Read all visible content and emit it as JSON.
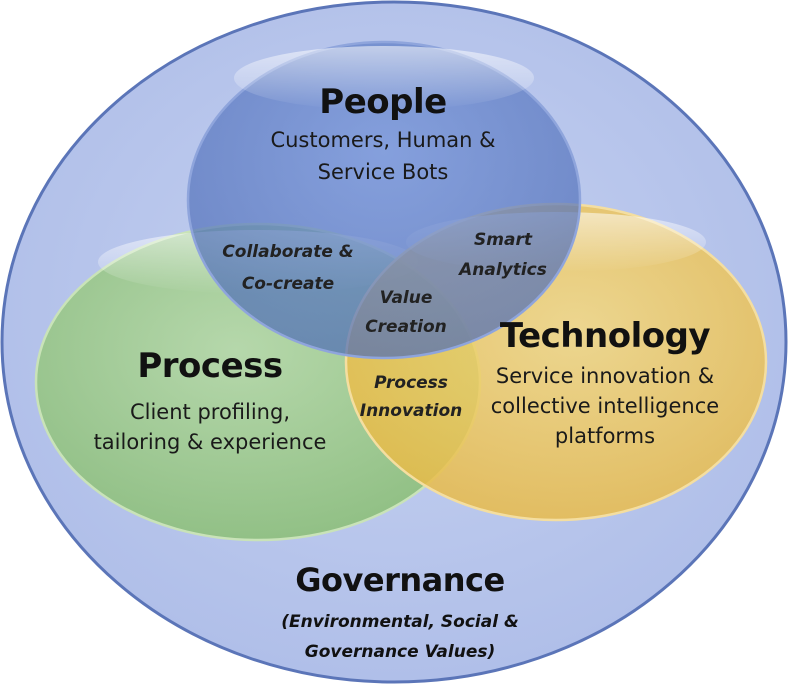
{
  "people": {
    "title": "People",
    "desc_line1": "Customers, Human &",
    "desc_line2": "Service Bots"
  },
  "process": {
    "title": "Process",
    "desc_line1": "Client profiling,",
    "desc_line2": "tailoring & experience"
  },
  "technology": {
    "title": "Technology",
    "desc_line1": "Service innovation &",
    "desc_line2": "collective intelligence",
    "desc_line3": "platforms"
  },
  "overlaps": {
    "people_process_line1": "Collaborate &",
    "people_process_line2": "Co-create",
    "people_technology_line1": "Smart",
    "people_technology_line2": "Analytics",
    "center_line1": "Value",
    "center_line2": "Creation",
    "process_technology_line1": "Process",
    "process_technology_line2": "Innovation"
  },
  "governance": {
    "title": "Governance",
    "sub_line1": "(Environmental, Social &",
    "sub_line2": "Governance Values)"
  },
  "colors": {
    "outer_fill": "#b9c7ec",
    "outer_stroke": "#5b75b8",
    "people_fill": "#5f7fc6",
    "process_fill": "#9fcd84",
    "technology_fill": "#f2cd5e"
  }
}
